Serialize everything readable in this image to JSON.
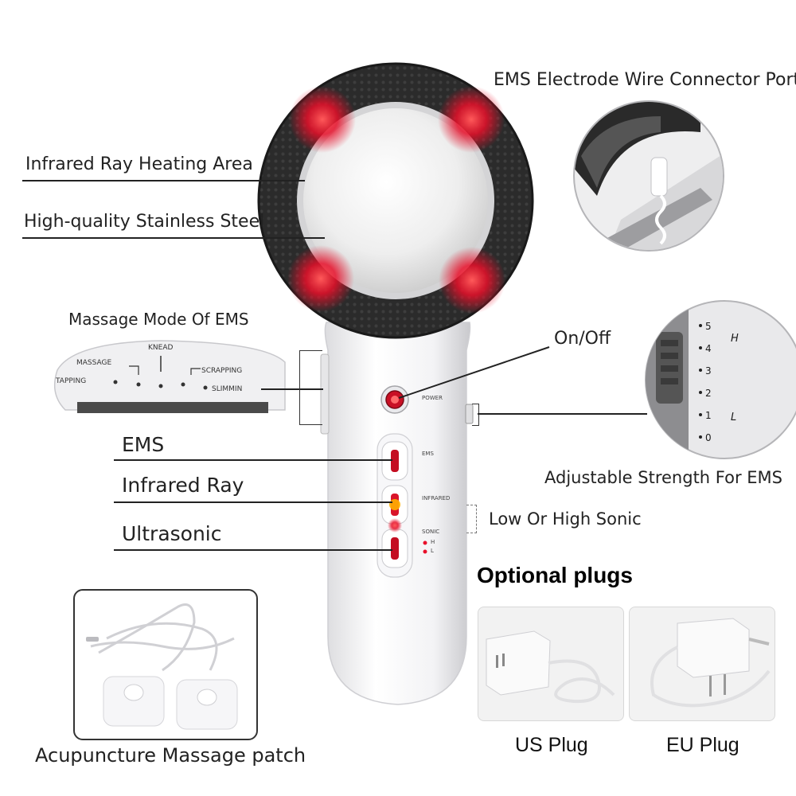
{
  "labels": {
    "infrared_area": "Infrared Ray Heating Area",
    "stainless": "High-quality Stainless Steel",
    "massage_mode": "Massage Mode Of EMS",
    "ems_port": "EMS Electrode Wire Connector Port",
    "on_off": "On/Off",
    "adjustable": "Adjustable Strength For EMS",
    "ems": "EMS",
    "infrared_ray": "Infrared Ray",
    "ultrasonic": "Ultrasonic",
    "low_high_sonic": "Low Or High Sonic",
    "patch": "Acupuncture Massage patch",
    "optional_plugs": "Optional plugs",
    "us_plug": "US Plug",
    "eu_plug": "EU Plug"
  },
  "device": {
    "power": "POWER",
    "ems": "EMS",
    "infrared": "INFRARED",
    "sonic": "SONIC",
    "h": "H",
    "l": "L"
  },
  "mode_panel": {
    "knead": "KNEAD",
    "massage": "MASSAGE",
    "scrapping": "SCRAPPING",
    "tapping": "TAPPING",
    "slimming": "SLIMMIN"
  },
  "strength_panel": {
    "levels": [
      "5",
      "4",
      "3",
      "2",
      "1",
      "0"
    ],
    "high": "H",
    "low": "L"
  },
  "colors": {
    "led_red": "#e8102a",
    "ring_dark": "#2a2a2a",
    "device_white": "#f1f1f3"
  }
}
